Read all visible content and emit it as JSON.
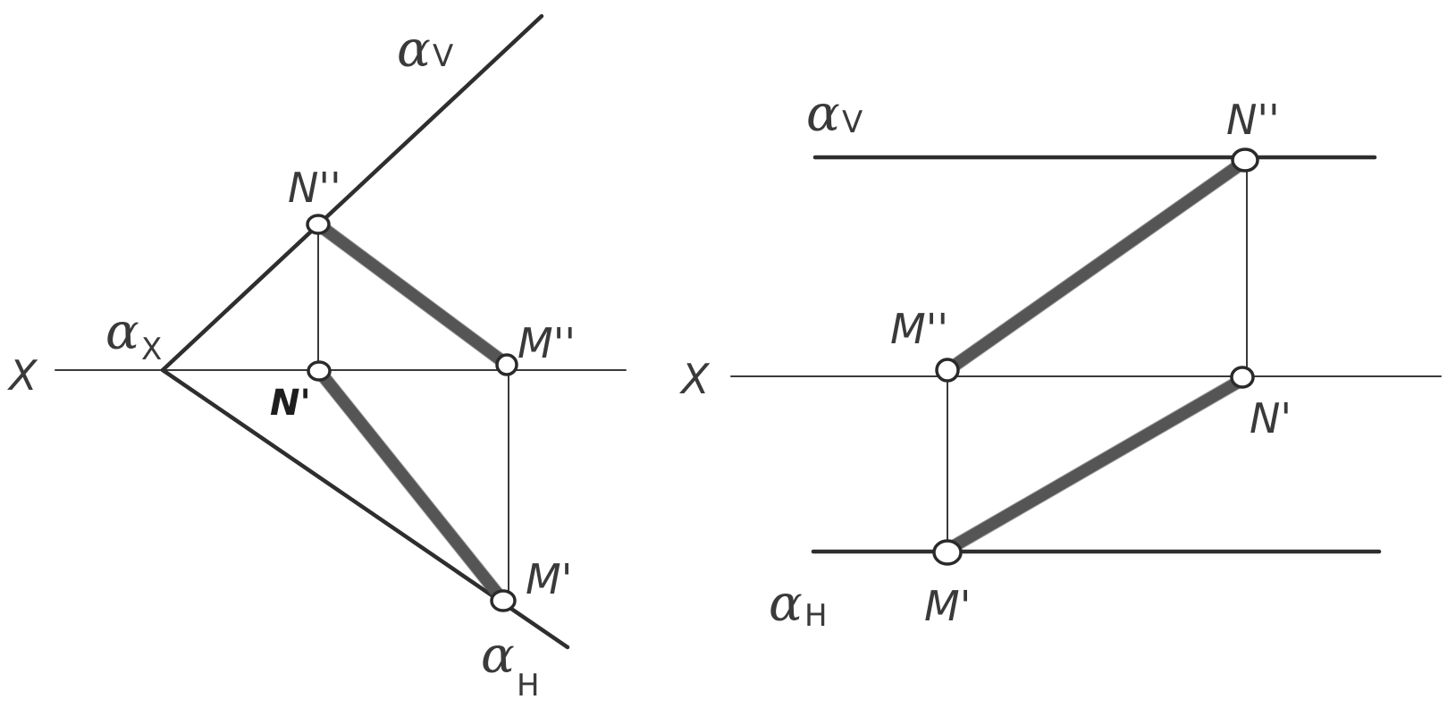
{
  "left_figure": {
    "axis_label": "X",
    "alpha_x": {
      "symbol": "α",
      "sub": "X"
    },
    "alpha_v": {
      "symbol": "α",
      "sub": "V"
    },
    "alpha_h": {
      "symbol": "α",
      "sub": "H"
    },
    "n_double": "N''",
    "n_single": "N'",
    "m_double": "M''",
    "m_single": "M'"
  },
  "right_figure": {
    "axis_label": "X",
    "alpha_v": {
      "symbol": "α",
      "sub": "V"
    },
    "alpha_h": {
      "symbol": "α",
      "sub": "H"
    },
    "n_double": "N''",
    "n_single": "N'",
    "m_double": "M''",
    "m_single": "M'"
  }
}
